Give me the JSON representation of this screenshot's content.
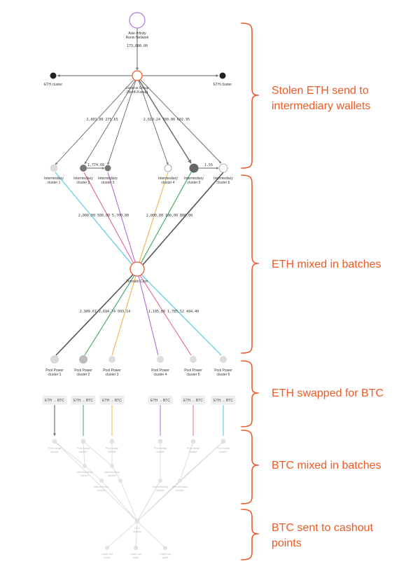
{
  "source_node": {
    "label_line1": "Axie Infinity",
    "label_line2": "Ronin Network",
    "amount": "173,600.00"
  },
  "hub_node": {
    "label_line1": "Lazarus Group",
    "label_line2": "(North Korea)"
  },
  "eth_cluster_left": {
    "label": "ETH cluster"
  },
  "eth_cluster_right": {
    "label": "ETH cluster"
  },
  "split_labels": {
    "left": "2,001.00 275.65",
    "right": "2,019.24 700.00 602.95"
  },
  "intermediary": [
    {
      "line1": "Intermediary",
      "line2": "cluster 1"
    },
    {
      "line1": "Intermediary",
      "line2": "cluster 2"
    },
    {
      "line1": "Intermediary",
      "line2": "cluster 3"
    },
    {
      "line1": "Intermediary",
      "line2": "cluster 4"
    },
    {
      "line1": "Intermediary",
      "line2": "cluster 5"
    },
    {
      "line1": "Intermediary",
      "line2": "cluster 6"
    }
  ],
  "inter_transfer_labels": {
    "c2_to_c3": "1,774.68",
    "c5_to_c6": "1.55"
  },
  "batch_labels": {
    "left": "2,000.00 500.00 5,700.00",
    "right": "2,000.00 100.00 800.00"
  },
  "mixer_node": {
    "label": "Tornado Cash"
  },
  "out_labels": {
    "left": "2,909.61 2,694.74 993.14",
    "right": "1,195.68 1,785.52 494.40"
  },
  "pool_power": [
    {
      "line1": "Pool Power",
      "line2": "cluster 1"
    },
    {
      "line1": "Pool Power",
      "line2": "cluster 2"
    },
    {
      "line1": "Pool Power",
      "line2": "cluster 3"
    },
    {
      "line1": "Pool Power",
      "line2": "cluster 4"
    },
    {
      "line1": "Pool Power",
      "line2": "cluster 5"
    },
    {
      "line1": "Pool Power",
      "line2": "cluster 6"
    }
  ],
  "swap_label": "ETH → BTC",
  "btc_nodes": {
    "pool_line1": "Pool swap",
    "pool_line2": "cluster",
    "mix_line1": "Intermediary",
    "mix_line2": "cluster",
    "hub_line1": "Hub",
    "hub_line2": "cluster",
    "cashout_line1": "Cash out",
    "cashout_line2": "point"
  },
  "stages": [
    {
      "line1": "Stolen ETH send to",
      "line2": "intermediary wallets"
    },
    {
      "line1": "ETH mixed in batches",
      "line2": ""
    },
    {
      "line1": "ETH swapped for BTC",
      "line2": ""
    },
    {
      "line1": "BTC mixed in batches",
      "line2": ""
    },
    {
      "line1": "BTC sent to cashout",
      "line2": "points"
    }
  ],
  "colors": {
    "accent": "#ef5a26",
    "source_ring": "#b57ee0",
    "cyan": "#4fc6e8",
    "pink": "#e8609a",
    "purple": "#b06ad8",
    "orange": "#f5b04a",
    "green": "#3aa55c",
    "dark": "#555555",
    "red_line": "#f07070"
  }
}
